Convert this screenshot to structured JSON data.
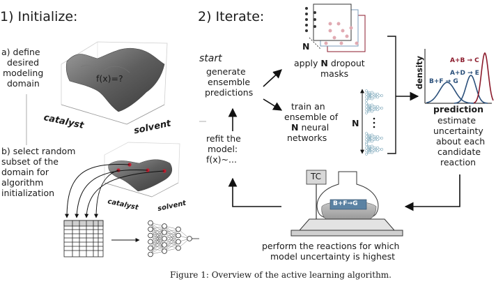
{
  "headings": {
    "initialize": "1) Initialize:",
    "iterate": "2) Iterate:"
  },
  "init_steps": {
    "a": [
      "a) define",
      "desired",
      "modeling",
      "domain"
    ],
    "b": [
      "b) select random",
      "subset of the",
      "domain for",
      "algorithm",
      "initialization"
    ]
  },
  "surface_plot": {
    "label": "f(x)=?",
    "axis_x": "catalyst",
    "axis_y": "solvent",
    "small_axis_x": "catalyst",
    "small_axis_y": "solvent"
  },
  "cycle": {
    "start": "start",
    "generate": [
      "generate",
      "ensemble",
      "predictions"
    ],
    "dropout": [
      "apply ",
      "N",
      " dropout",
      "masks"
    ],
    "train": [
      "train an",
      "ensemble of",
      "N",
      " neural",
      "networks"
    ],
    "estimate": [
      "estimate",
      "uncertainty",
      "about each",
      "candidate",
      "reaction"
    ],
    "perform": [
      "perform the reactions for which",
      "model uncertainty is highest"
    ],
    "refit": [
      "refit the",
      "model:",
      "f(x)~..."
    ],
    "n_label": "N",
    "n_label2": "N"
  },
  "density_plot": {
    "ylabel": "density",
    "xlabel": "prediction",
    "curves": [
      "B+F → G",
      "A+D → E",
      "A+B → C"
    ],
    "colors": [
      "#2a4f7a",
      "#2a4f7a",
      "#8b1a2b"
    ]
  },
  "flask": {
    "tc_label": "TC",
    "reaction": "B+F→G"
  },
  "caption": "Figure 1: Overview of the active learning algorithm."
}
